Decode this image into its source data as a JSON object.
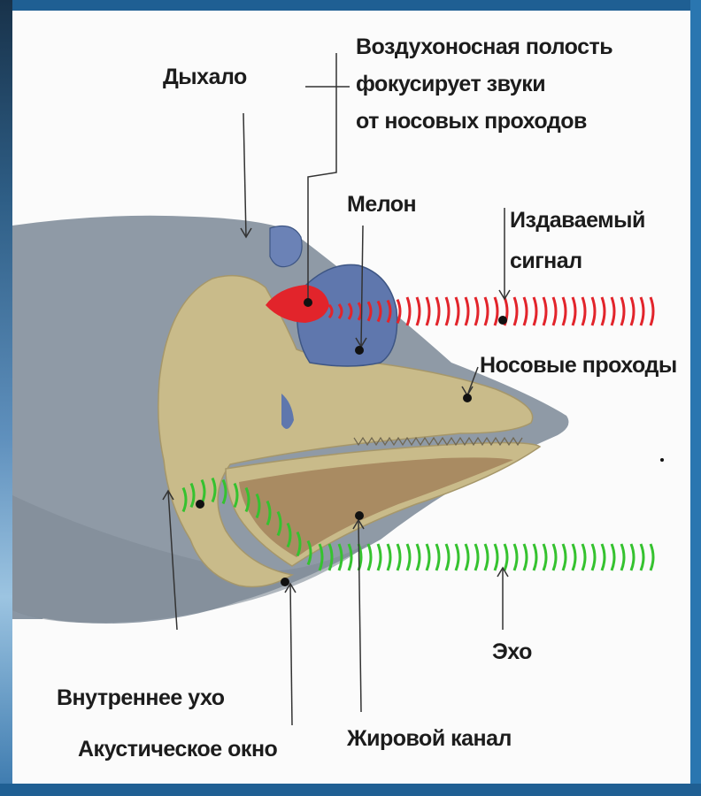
{
  "labels": {
    "blowhole": "Дыхало",
    "air_sac_line1": "Воздухоносная полость",
    "air_sac_line2": "фокусирует звуки",
    "air_sac_line3": "от носовых проходов",
    "melon": "Мелон",
    "emitted_line1": "Издаваемый",
    "emitted_line2": "сигнал",
    "nasal": "Носовые проходы",
    "echo": "Эхо",
    "inner_ear": "Внутреннее ухо",
    "acoustic_window": "Акустическое окно",
    "fat_channel": "Жировой канал"
  },
  "colors": {
    "body": "#8f9aa6",
    "skull": "#c9bb8a",
    "melon": "#5f77ad",
    "emitted_wave": "#e2242b",
    "echo_wave": "#35c22f",
    "fat_channel": "#a98b62"
  }
}
